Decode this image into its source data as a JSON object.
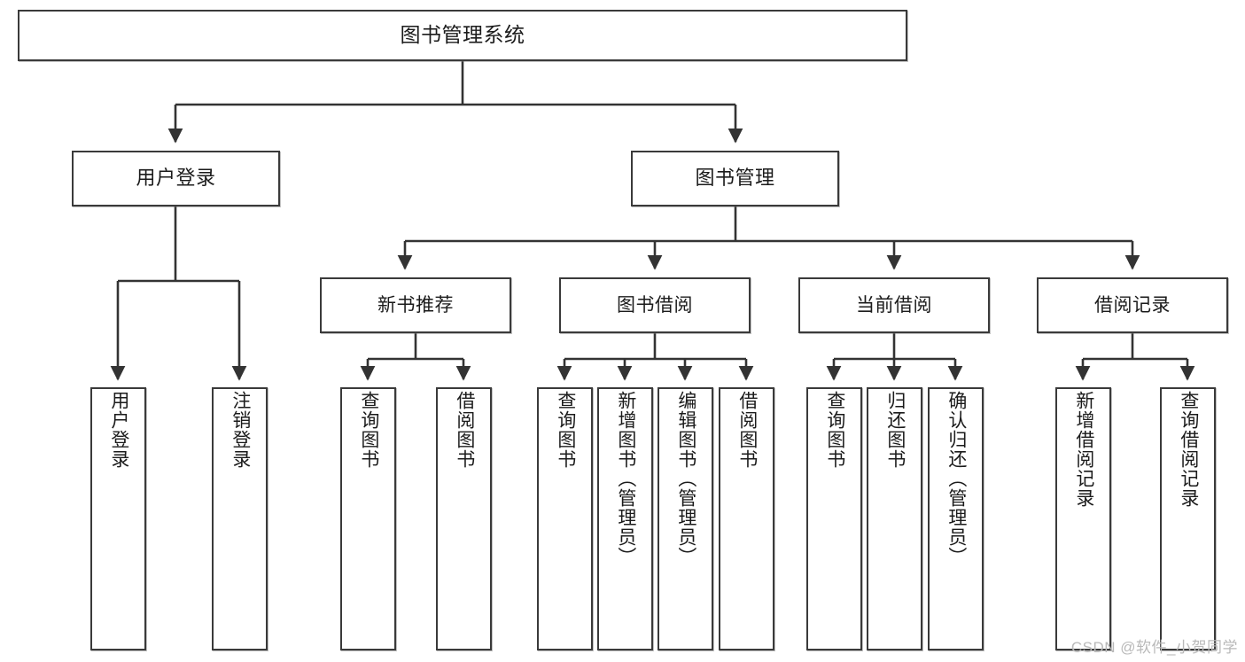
{
  "diagram": {
    "title": "图书管理系统",
    "type": "hierarchy-tree",
    "watermark": "CSDN @软件_小贺同学",
    "colors": {
      "stroke": "#3a3a3a",
      "fill": "#ffffff",
      "text": "#1b1b1b",
      "watermark": "#b9b9b9"
    }
  },
  "nodes": {
    "root": {
      "label": "图书管理系统"
    },
    "level2": [
      {
        "id": "user-login",
        "label": "用户登录"
      },
      {
        "id": "book-management",
        "label": "图书管理"
      }
    ],
    "level3": [
      {
        "id": "new-book-recommend",
        "label": "新书推荐"
      },
      {
        "id": "book-borrow",
        "label": "图书借阅"
      },
      {
        "id": "current-borrow",
        "label": "当前借阅"
      },
      {
        "id": "borrow-record",
        "label": "借阅记录"
      }
    ],
    "leaves": {
      "user_login": [
        {
          "id": "leaf-user-login",
          "label": "用户登录"
        },
        {
          "id": "leaf-logout",
          "label": "注销登录"
        }
      ],
      "new_book_recommend": [
        {
          "id": "leaf-query-book-1",
          "label": "查询图书"
        },
        {
          "id": "leaf-borrow-book-1",
          "label": "借阅图书"
        }
      ],
      "book_borrow": [
        {
          "id": "leaf-query-book-2",
          "label": "查询图书"
        },
        {
          "id": "leaf-add-book",
          "label": "新增图书（管理员）"
        },
        {
          "id": "leaf-edit-book",
          "label": "编辑图书（管理员）"
        },
        {
          "id": "leaf-borrow-book-2",
          "label": "借阅图书"
        }
      ],
      "current_borrow": [
        {
          "id": "leaf-query-book-3",
          "label": "查询图书"
        },
        {
          "id": "leaf-return-book",
          "label": "归还图书"
        },
        {
          "id": "leaf-confirm-return",
          "label": "确认归还（管理员）"
        }
      ],
      "borrow_record": [
        {
          "id": "leaf-add-record",
          "label": "新增借阅记录"
        },
        {
          "id": "leaf-query-record",
          "label": "查询借阅记录"
        }
      ]
    }
  }
}
